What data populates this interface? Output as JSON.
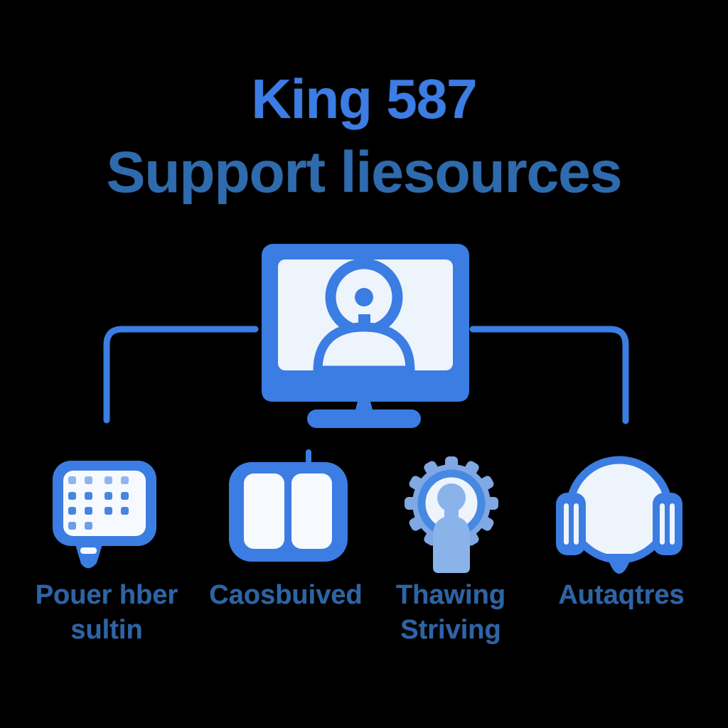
{
  "title": {
    "line1": "King 587",
    "line2": "Support liesources"
  },
  "center": {
    "icon": "video-call-monitor-icon"
  },
  "items": [
    {
      "icon": "keypad-icon",
      "label_line1": "Pouer hber",
      "label_line2": "sultin"
    },
    {
      "icon": "dual-cards-icon",
      "label_line1": "Caosbuived",
      "label_line2": ""
    },
    {
      "icon": "user-gear-icon",
      "label_line1": "Thawing",
      "label_line2": "Striving"
    },
    {
      "icon": "headset-icon",
      "label_line1": "Autaqtres",
      "label_line2": ""
    }
  ],
  "colors": {
    "background": "#000000",
    "title_primary": "#3C7CE5",
    "title_secondary": "#2E6BAE",
    "label_text": "#2D64A6",
    "icon_blue": "#3B7DE2",
    "icon_light": "#EEF4FC",
    "icon_white": "#F6FAFE",
    "icon_soft": "#7FA8E4",
    "ring_blue": "#4689E2",
    "person_blue": "#8AB3EA",
    "dot_light": "#8FB5EC",
    "dot_dark": "#4786E0",
    "dot_med": "#6C9FE8"
  }
}
